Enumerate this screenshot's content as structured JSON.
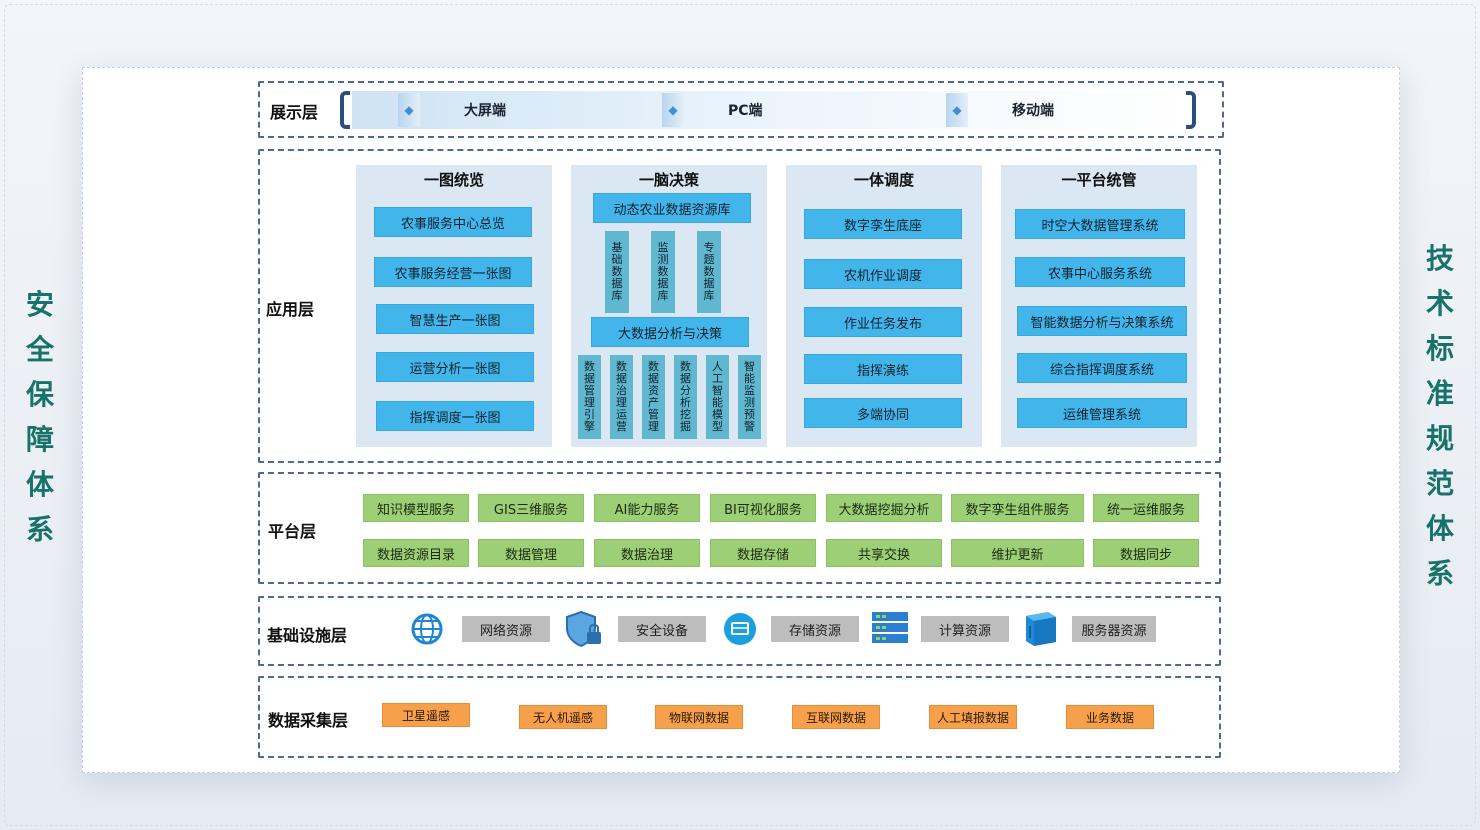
{
  "left_title": [
    "安",
    "全",
    "保",
    "障",
    "体",
    "系"
  ],
  "right_title": [
    "技",
    "术",
    "标",
    "准",
    "规",
    "范",
    "体",
    "系"
  ],
  "display_layer": {
    "label": "展示层",
    "terminals": [
      "大屏端",
      "PC端",
      "移动端"
    ]
  },
  "application_layer": {
    "label": "应用层",
    "col1": {
      "title": "一图统览",
      "items": [
        "农事服务中心总览",
        "农事服务经营一张图",
        "智慧生产一张图",
        "运营分析一张图",
        "指挥调度一张图"
      ]
    },
    "col2": {
      "title": "一脑决策",
      "top": "动态农业数据资源库",
      "databases": [
        "基础数据库",
        "监测数据库",
        "专题数据库"
      ],
      "middle": "大数据分析与决策",
      "tools": [
        "数据管理引擎",
        "数据治理运营",
        "数据资产管理",
        "数据分析挖掘",
        "人工智能模型",
        "智能监测预警"
      ]
    },
    "col3": {
      "title": "一体调度",
      "items": [
        "数字孪生底座",
        "农机作业调度",
        "作业任务发布",
        "指挥演练",
        "多端协同"
      ]
    },
    "col4": {
      "title": "一平台统管",
      "items": [
        "时空大数据管理系统",
        "农事中心服务系统",
        "智能数据分析与决策系统",
        "综合指挥调度系统",
        "运维管理系统"
      ]
    }
  },
  "platform_layer": {
    "label": "平台层",
    "row1": [
      "知识模型服务",
      "GIS三维服务",
      "AI能力服务",
      "BI可视化服务",
      "大数据挖掘分析",
      "数字孪生组件服务",
      "统一运维服务"
    ],
    "row2": [
      "数据资源目录",
      "数据管理",
      "数据治理",
      "数据存储",
      "共享交换",
      "维护更新",
      "数据同步"
    ]
  },
  "infrastructure_layer": {
    "label": "基础设施层",
    "items": [
      {
        "icon": "globe-network-icon",
        "label": "网络资源"
      },
      {
        "icon": "shield-lock-icon",
        "label": "安全设备"
      },
      {
        "icon": "storage-disk-icon",
        "label": "存储资源"
      },
      {
        "icon": "server-rack-icon",
        "label": "计算资源"
      },
      {
        "icon": "server-box-icon",
        "label": "服务器资源"
      }
    ]
  },
  "data_collection_layer": {
    "label": "数据采集层",
    "items": [
      "卫星遥感",
      "无人机遥感",
      "物联网数据",
      "互联网数据",
      "人工填报数据",
      "业务数据"
    ]
  },
  "colors": {
    "side_title": "#17736a",
    "layer_border": "#4d6b8e",
    "app_box": "#42b6ea",
    "app_vbox": "#5fb8cf",
    "platform_box": "#9dcf77",
    "infra_box": "#bdbdbd",
    "collect_box": "#f7a04b"
  }
}
